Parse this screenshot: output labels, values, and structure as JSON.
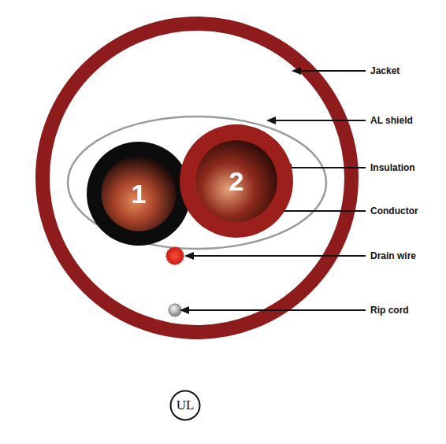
{
  "diagram": {
    "nodes": [
      {
        "text": [
          "1"
        ]
      },
      {
        "text": [
          "2"
        ]
      },
      {
        "text": [
          "UL"
        ]
      }
    ],
    "labels": [
      "Jacket",
      "AL shield",
      "Insulation",
      "Conductor",
      "Drain wire",
      "Rip cord"
    ]
  }
}
